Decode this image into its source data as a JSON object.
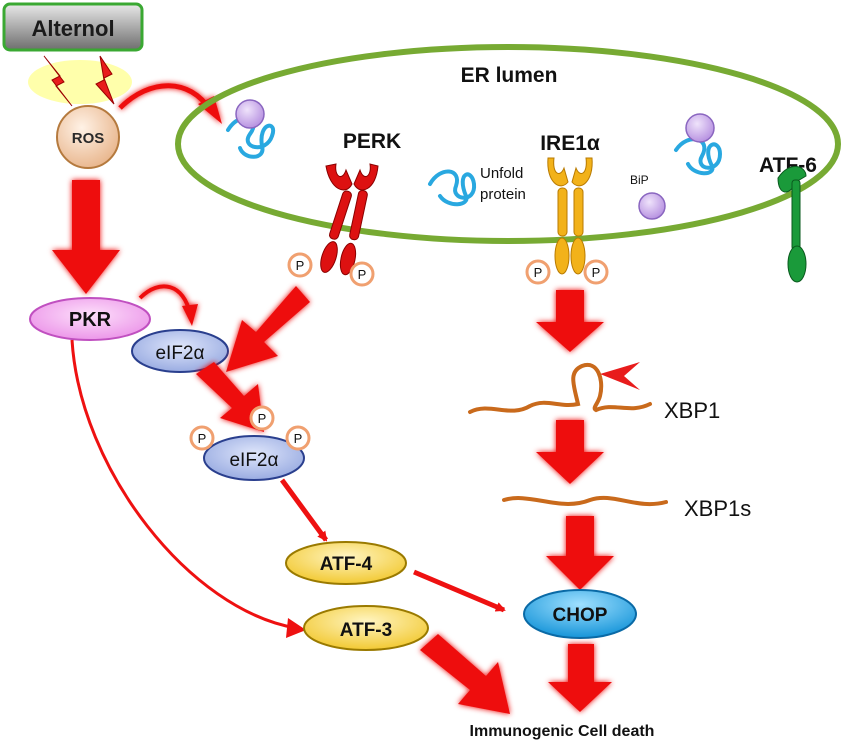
{
  "labels": {
    "alternol": "Alternol",
    "ros": "ROS",
    "er_lumen": "ER lumen",
    "perk": "PERK",
    "ire1a": "IRE1α",
    "atf6": "ATF-6",
    "unfold_line1": "Unfold",
    "unfold_line2": "protein",
    "bip": "BiP",
    "pkr": "PKR",
    "eif2a": "eIF2α",
    "eif2a_p": "eIF2α",
    "phospho": "P",
    "xbp1": "XBP1",
    "xbp1s": "XBP1s",
    "atf4": "ATF-4",
    "atf3": "ATF-3",
    "chop": "CHOP",
    "outcome": "Immunogenic Cell death"
  },
  "colors": {
    "arrow_red": "#ee1111",
    "er_membrane": "#77aa33",
    "perk_red": "#dd1111",
    "ire1_yellow": "#f2b21a",
    "atf6_green": "#1a9a3a",
    "bip_purple": "#c9a8e8",
    "unfolded_blue": "#29a8e0",
    "pkr_pink": "#f39cf0",
    "eif2_blue": "#9db0e6",
    "atf_yellow": "#f5d23a",
    "chop_cyan": "#1aa6e8",
    "ros_tan": "#f2c9a6",
    "alternol_gray": "#8a8a8a",
    "xbp_brown": "#c96a1c"
  }
}
